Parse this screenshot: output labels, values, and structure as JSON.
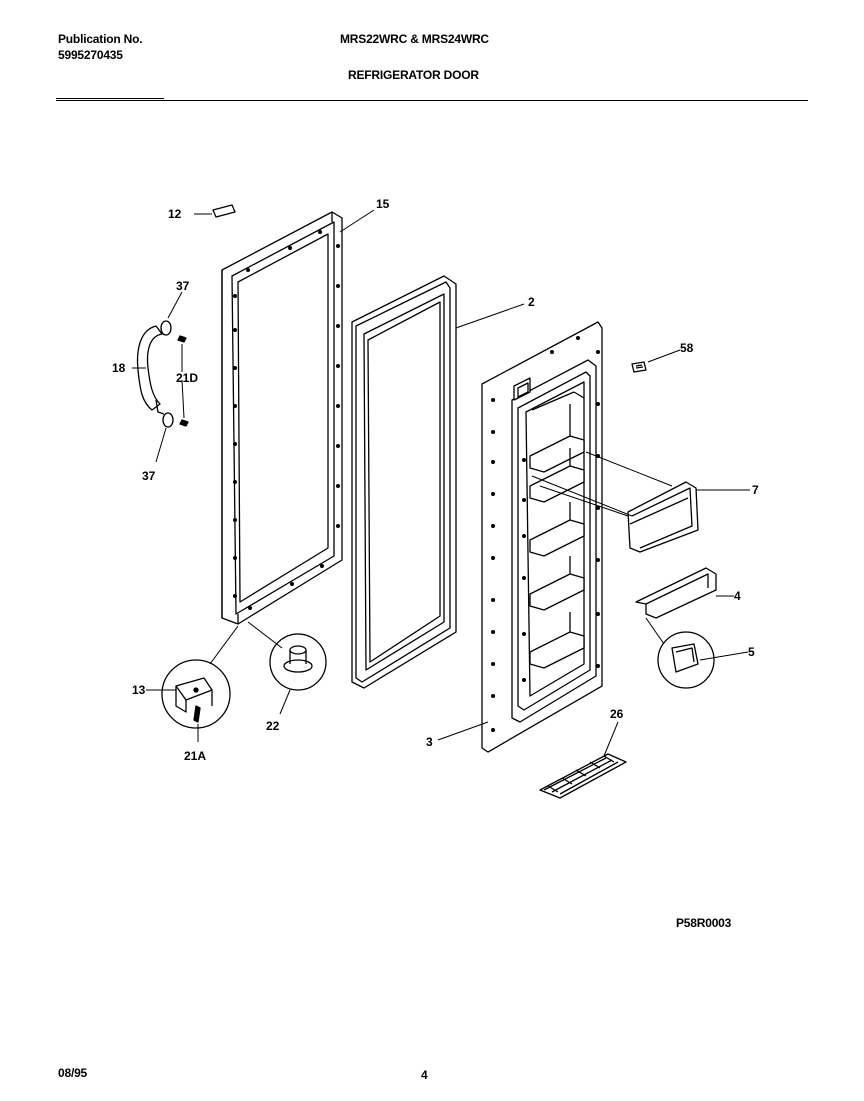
{
  "header": {
    "publication_label": "Publication No.",
    "publication_number": "5995270435",
    "model_numbers": "MRS22WRC & MRS24WRC",
    "section_title": "REFRIGERATOR DOOR"
  },
  "callouts": {
    "c12": "12",
    "c15": "15",
    "c37a": "37",
    "c18": "18",
    "c21d": "21D",
    "c37b": "37",
    "c2": "2",
    "c58": "58",
    "c7": "7",
    "c4": "4",
    "c5": "5",
    "c13": "13",
    "c22": "22",
    "c21a": "21A",
    "c3": "3",
    "c26": "26"
  },
  "footer": {
    "figure_code": "P58R0003",
    "date": "08/95",
    "page_number": "4"
  }
}
